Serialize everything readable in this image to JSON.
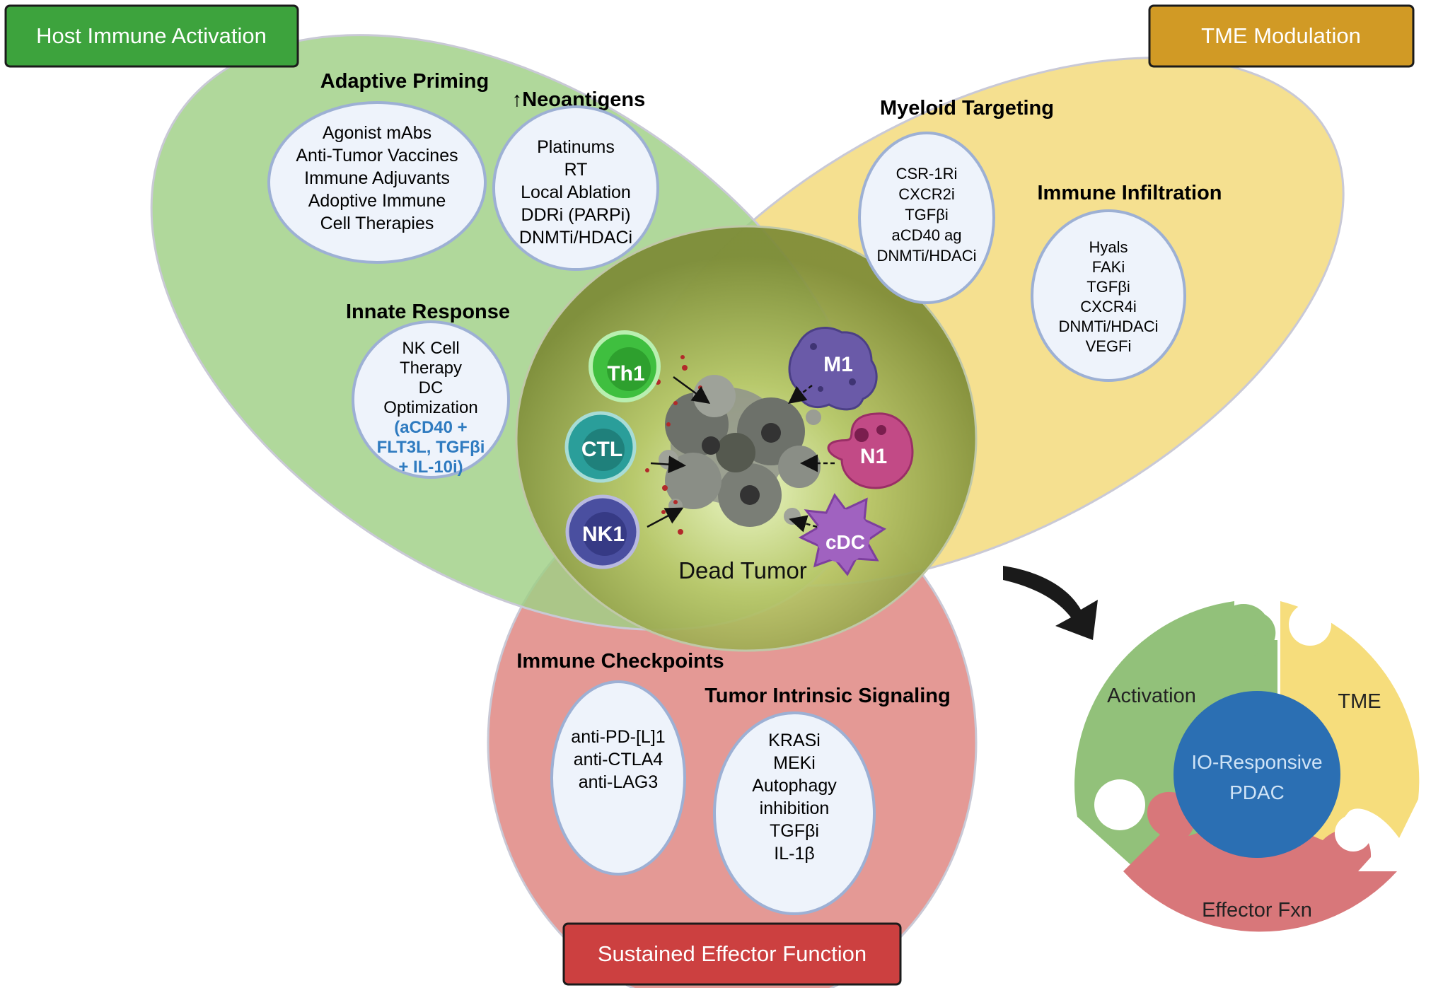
{
  "corner_boxes": {
    "host": {
      "label": "Host Immune Activation",
      "color": "#3da33d"
    },
    "tme": {
      "label": "TME Modulation",
      "color": "#d19a25"
    },
    "effector": {
      "label": "Sustained Effector Function",
      "color": "#cc4040"
    }
  },
  "green_region": {
    "adaptive_priming": {
      "title": "Adaptive Priming",
      "items": [
        "Agonist  mAbs",
        "Anti-Tumor Vaccines",
        "Immune Adjuvants",
        "Adoptive Immune",
        "Cell Therapies"
      ]
    },
    "neoantigens": {
      "title": "↑Neoantigens",
      "items": [
        "Platinums",
        "RT",
        "Local Ablation",
        "DDRi (PARPi)",
        "DNMTi/HDACi"
      ]
    },
    "innate_response": {
      "title": "Innate Response",
      "items": [
        "NK Cell",
        "Therapy",
        "DC",
        "Optimization"
      ],
      "highlight": [
        "(aCD40 +",
        "FLT3L, TGFβi",
        "+ IL-10i)"
      ]
    }
  },
  "yellow_region": {
    "myeloid_targeting": {
      "title": "Myeloid Targeting",
      "items": [
        "CSR-1Ri",
        "CXCR2i",
        "TGFβi",
        "aCD40 ag",
        "DNMTi/HDACi"
      ]
    },
    "immune_infiltration": {
      "title": "Immune Infiltration",
      "items": [
        "Hyals",
        "FAKi",
        "TGFβi",
        "CXCR4i",
        "DNMTi/HDACi",
        "VEGFi"
      ]
    }
  },
  "red_region": {
    "immune_checkpoints": {
      "title": "Immune Checkpoints",
      "items": [
        "anti-PD-[L]1",
        "anti-CTLA4",
        "anti-LAG3"
      ]
    },
    "tumor_intrinsic": {
      "title": "Tumor Intrinsic Signaling",
      "items": [
        "KRASi",
        "MEKi",
        "Autophagy",
        "inhibition",
        "TGFβi",
        "IL-1β"
      ]
    }
  },
  "center": {
    "label": "Dead Tumor",
    "cells": {
      "th1": {
        "label": "Th1",
        "color": "#3fbf3f"
      },
      "ctl": {
        "label": "CTL",
        "color": "#2a9e9a"
      },
      "nk1": {
        "label": "NK1",
        "color": "#4a4fa0"
      },
      "m1": {
        "label": "M1",
        "color": "#6a5aa8"
      },
      "n1": {
        "label": "N1",
        "color": "#c24a86"
      },
      "cdc": {
        "label": "cDC",
        "color": "#a062c0"
      }
    }
  },
  "puzzle": {
    "activation": "Activation",
    "tme": "TME",
    "effector": "Effector Fxn",
    "center_line1": "IO-Responsive",
    "center_line2": "PDAC"
  },
  "colors": {
    "green_fill": "#9fcf85",
    "yellow_fill": "#f3da7c",
    "red_fill": "#df8783",
    "bubble_fill": "#eef3fb",
    "bubble_stroke": "#9db0d4",
    "center_blue": "#2b6fb3"
  }
}
